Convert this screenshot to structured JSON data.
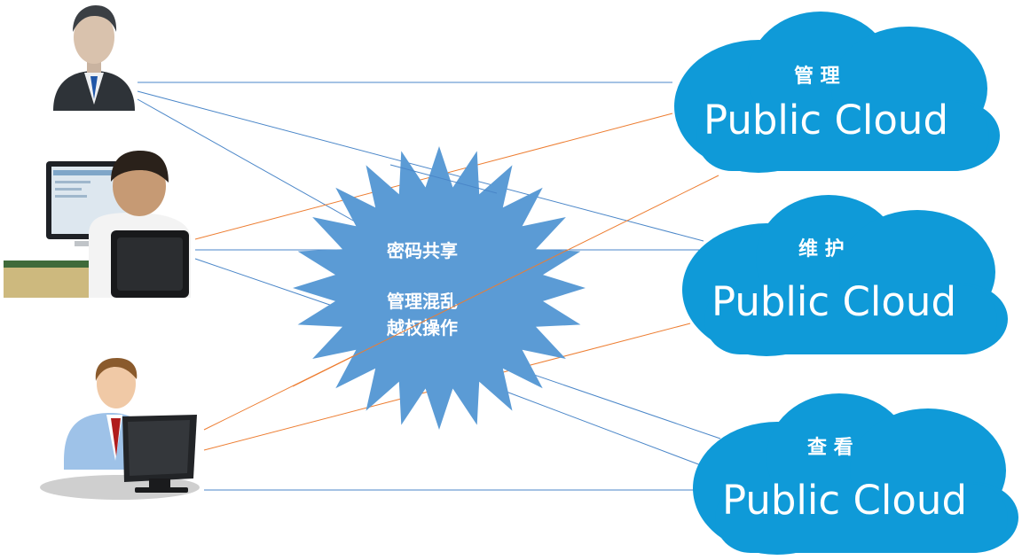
{
  "burst": {
    "line1": "密码共享",
    "line2": "管理混乱",
    "line3": "越权操作",
    "fill": "#5b9bd5"
  },
  "clouds": [
    {
      "title": "管 理",
      "label": "Public Cloud"
    },
    {
      "title": "维 护",
      "label": "Public Cloud"
    },
    {
      "title": "查 看",
      "label": "Public Cloud"
    }
  ],
  "colors": {
    "cloud": "#0f9ad8",
    "blue_line": "#4a86c8",
    "orange_line": "#ed7d31"
  },
  "icons": {
    "user1": "businessman-icon",
    "user2": "computer-operator-icon",
    "user3": "office-worker-icon"
  }
}
